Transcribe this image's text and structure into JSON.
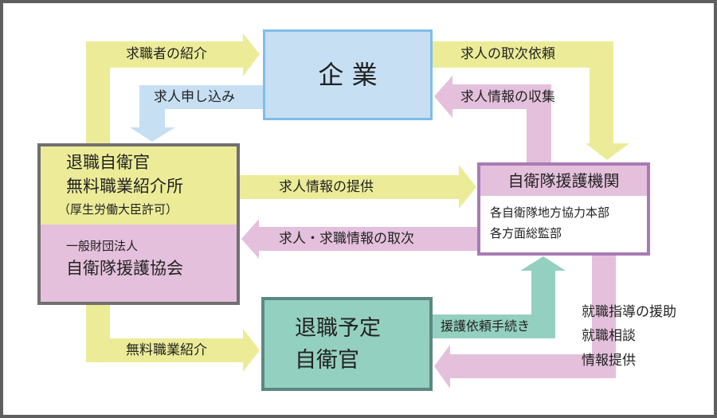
{
  "colors": {
    "frame": "#5f5f5f",
    "yellow": "#ecec98",
    "blue": "#c6dff3",
    "blue_border": "#7fbde8",
    "pink": "#e4c0dc",
    "purple_border": "#a87bb5",
    "teal": "#94d0bf",
    "teal_border": "#5b8884",
    "gray_border": "#707070"
  },
  "nodes": {
    "company": {
      "label": "企 業"
    },
    "placement_office": {
      "line1": "退職自衛官",
      "line2": "無料職業紹介所",
      "line3": "（厚生労働大臣許可）",
      "org_type": "一般財団法人",
      "org_name": "自衛隊援護協会"
    },
    "support_agency": {
      "title": "自衛隊援護機関",
      "line1": "各自衛隊地方協力本部",
      "line2": "各方面総監部"
    },
    "retiring": {
      "line1": "退職予定",
      "line2": "自衛官"
    }
  },
  "arrows": {
    "job_seeker_intro": "求職者の紹介",
    "job_application": "求人申し込み",
    "job_referral_request": "求人の取次依頼",
    "job_info_collection": "求人情報の収集",
    "job_info_provision": "求人情報の提供",
    "job_info_relay": "求人・求職情報の取次",
    "free_placement": "無料職業紹介",
    "support_request": "援護依頼手続き",
    "services": [
      "就職指導の援助",
      "就職相談",
      "情報提供"
    ]
  }
}
